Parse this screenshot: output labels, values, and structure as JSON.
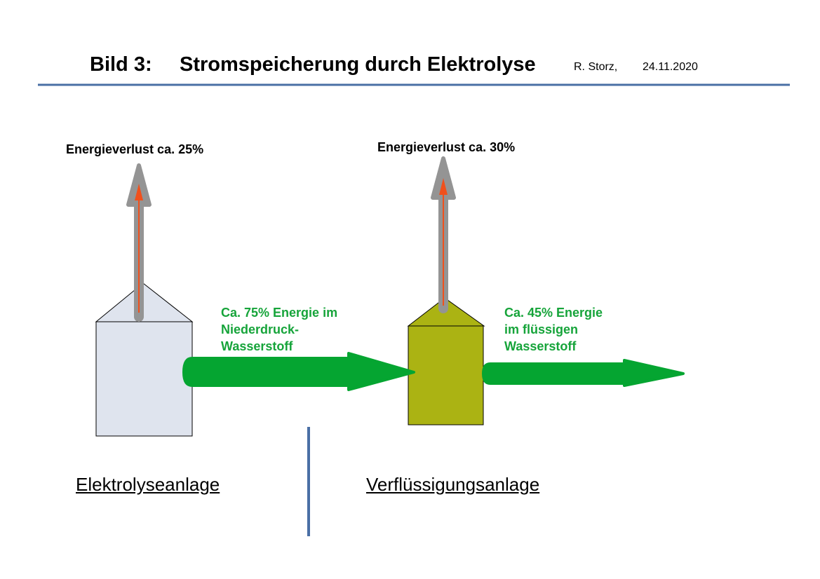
{
  "header": {
    "figure_number": "Bild 3:",
    "title": "Stromspeicherung durch Elektrolyse",
    "author": "R. Storz,",
    "date": "24.11.2020"
  },
  "stages": [
    {
      "name": "Elektrolyseanlage",
      "energy_loss": "Energieverlust ca. 25%",
      "output_text": [
        "Ca. 75% Energie im",
        "Niederdruck-",
        "Wasserstoff"
      ],
      "output_energy_percent": 75,
      "box_color": "#dfe4ee"
    },
    {
      "name": "Verflüssigungsanlage",
      "energy_loss": "Energieverlust ca. 30%",
      "output_text": [
        "Ca. 45% Energie",
        "im flüssigen",
        "Wasserstoff"
      ],
      "output_energy_percent": 45,
      "box_color": "#abb313"
    }
  ],
  "colors": {
    "rule": "#4a6fa5",
    "flow_arrow": "#05a531",
    "flow_text": "#16a43a",
    "loss_arrow_outer": "#949494",
    "loss_arrow_inner": "#f0501c"
  }
}
